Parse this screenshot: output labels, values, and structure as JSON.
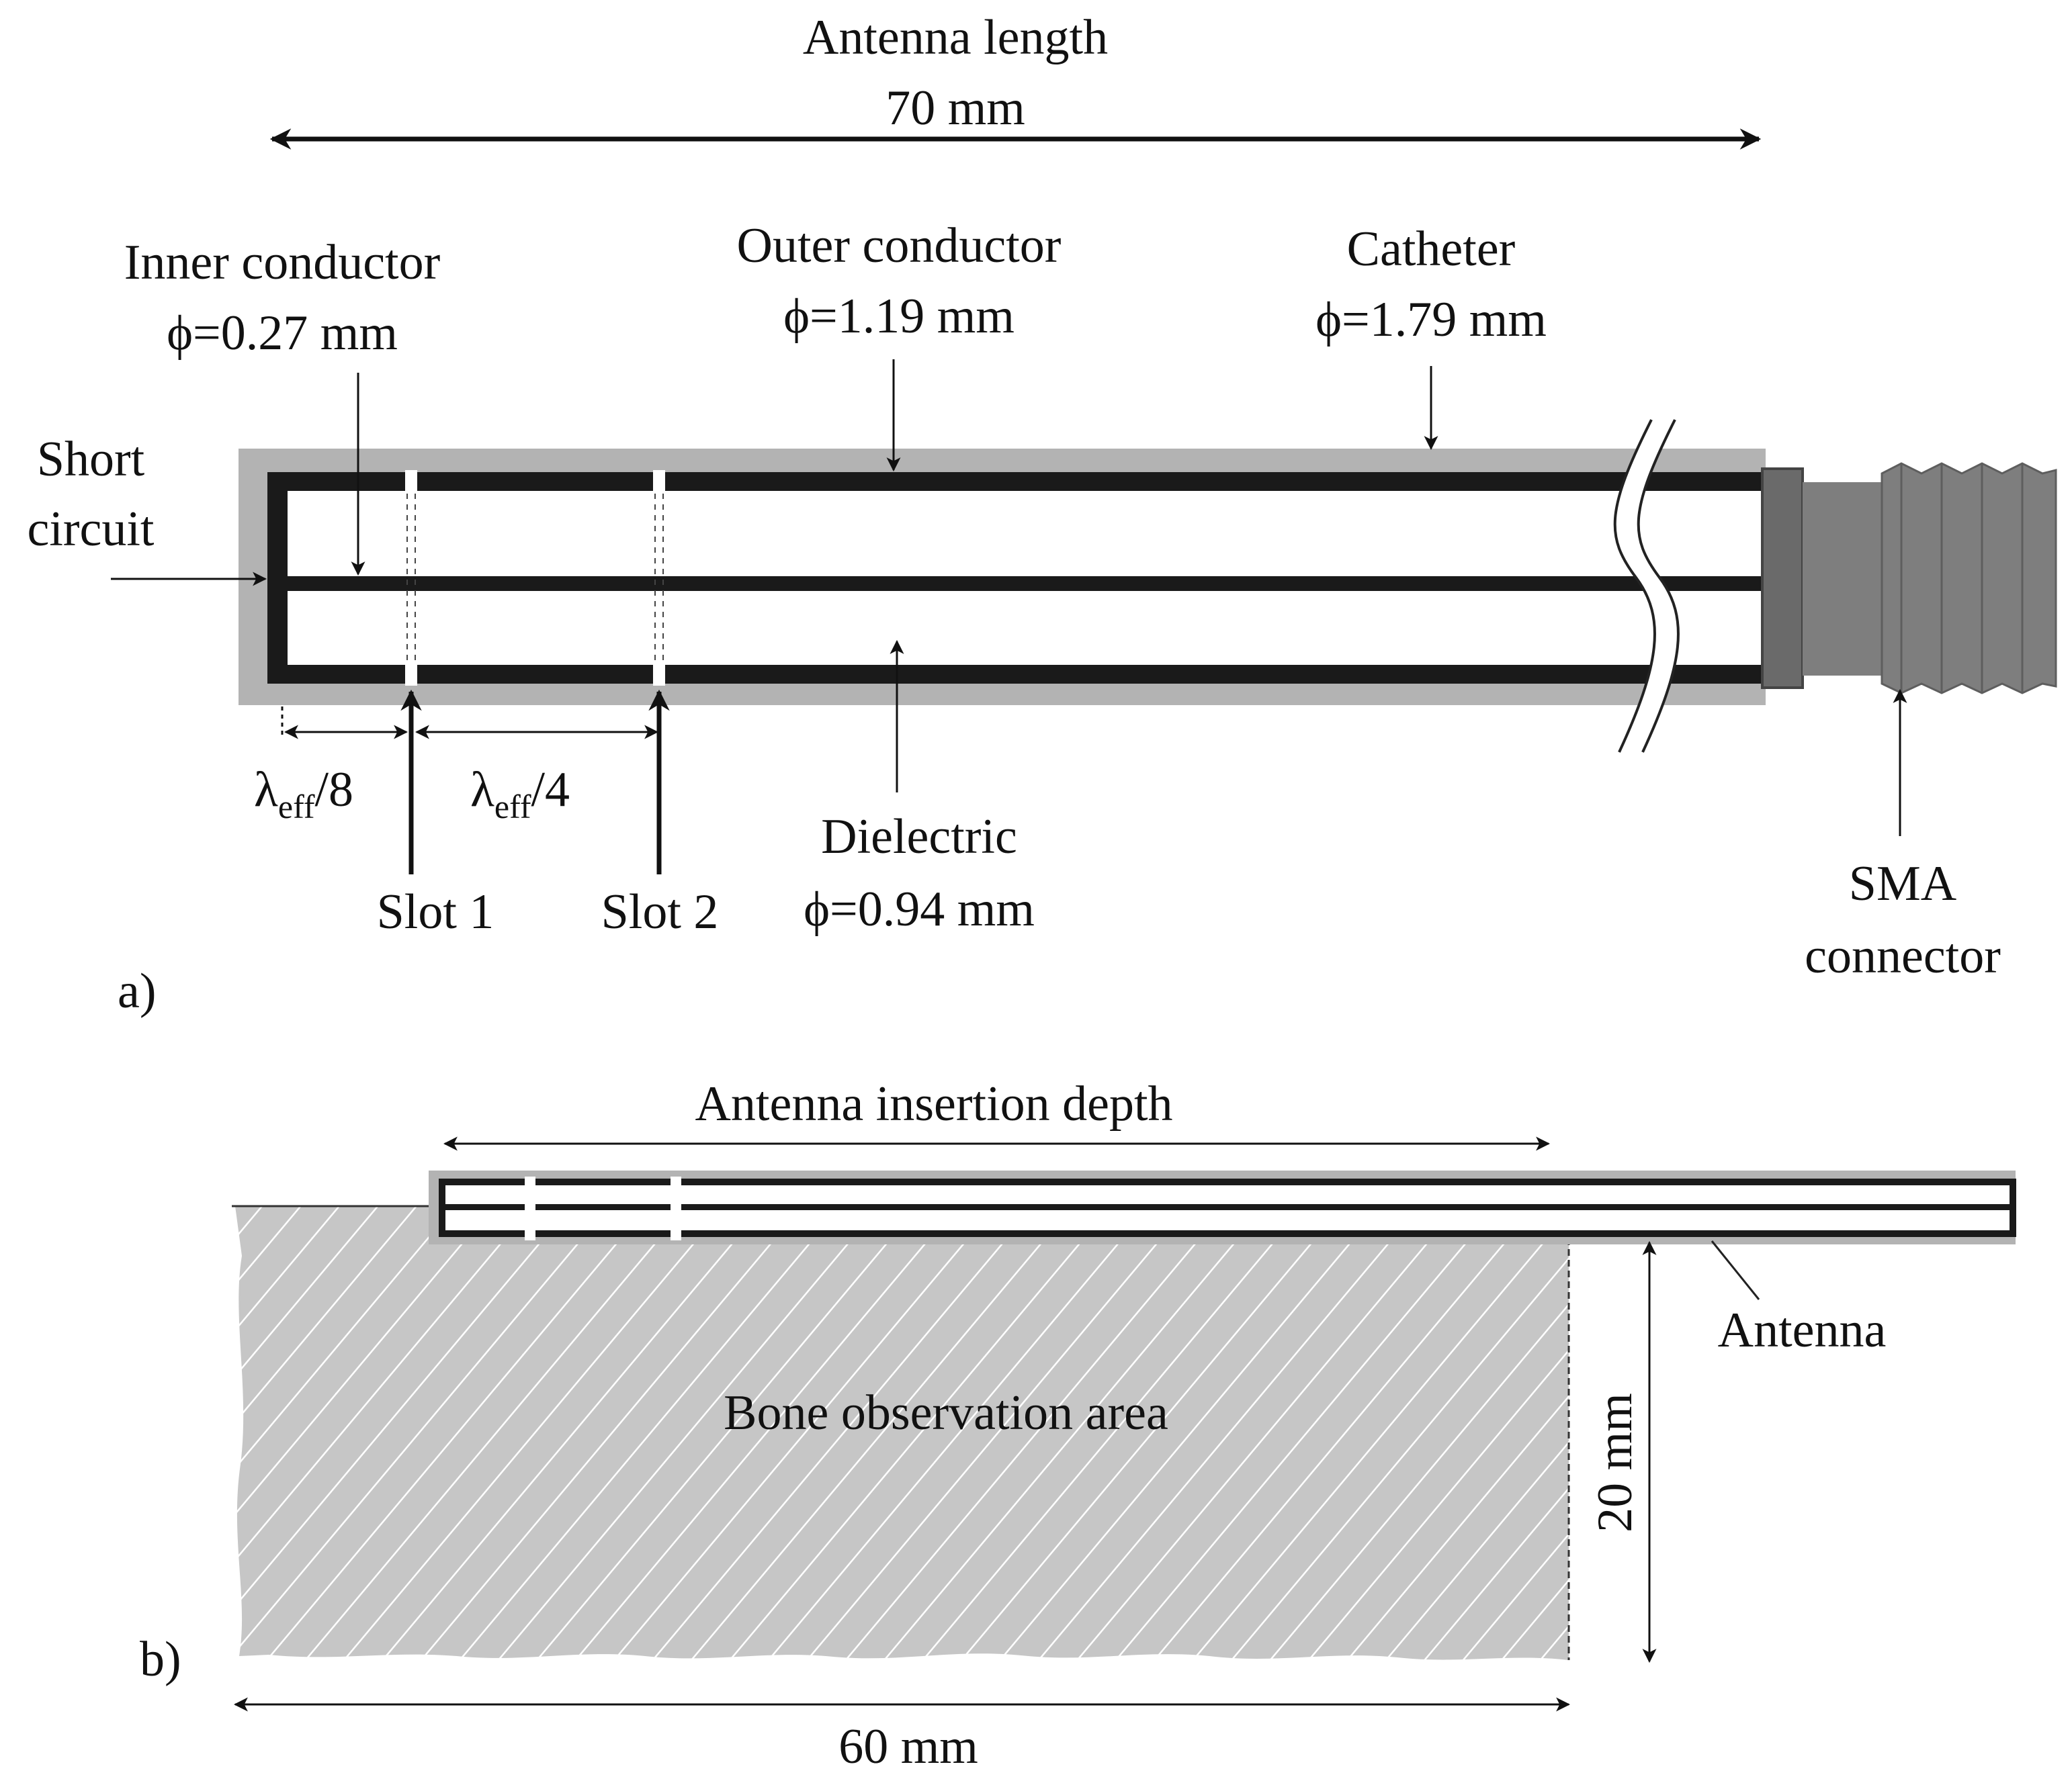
{
  "colors": {
    "catheter_gray": "#b3b3b3",
    "conductor_black": "#1a1a1a",
    "connector_gray": "#7a7a7a",
    "connector_dark": "#5e5e5e",
    "bone_fill": "#c6c6c6",
    "hatch": "#ffffff"
  },
  "panel_a": {
    "label": "a)",
    "antenna_length": {
      "title": "Antenna length",
      "value": "70 mm"
    },
    "inner_conductor": {
      "name": "Inner conductor",
      "diameter": "ϕ=0.27 mm"
    },
    "outer_conductor": {
      "name": "Outer conductor",
      "diameter": "ϕ=1.19 mm"
    },
    "catheter": {
      "name": "Catheter",
      "diameter": "ϕ=1.79 mm"
    },
    "short_circuit": {
      "line1": "Short",
      "line2": "circuit"
    },
    "spacing1": {
      "symbol": "λ",
      "subscript": "eff",
      "fraction": "/8"
    },
    "spacing2": {
      "symbol": "λ",
      "subscript": "eff",
      "fraction": "/4"
    },
    "slot1": "Slot 1",
    "slot2": "Slot 2",
    "dielectric": {
      "name": "Dielectric",
      "diameter": "ϕ=0.94 mm"
    },
    "sma": {
      "line1": "SMA",
      "line2": "connector"
    }
  },
  "panel_b": {
    "label": "b)",
    "insertion_depth": "Antenna insertion depth",
    "antenna": "Antenna",
    "bone_area": "Bone observation area",
    "depth": "20 mm",
    "width": "60 mm"
  }
}
